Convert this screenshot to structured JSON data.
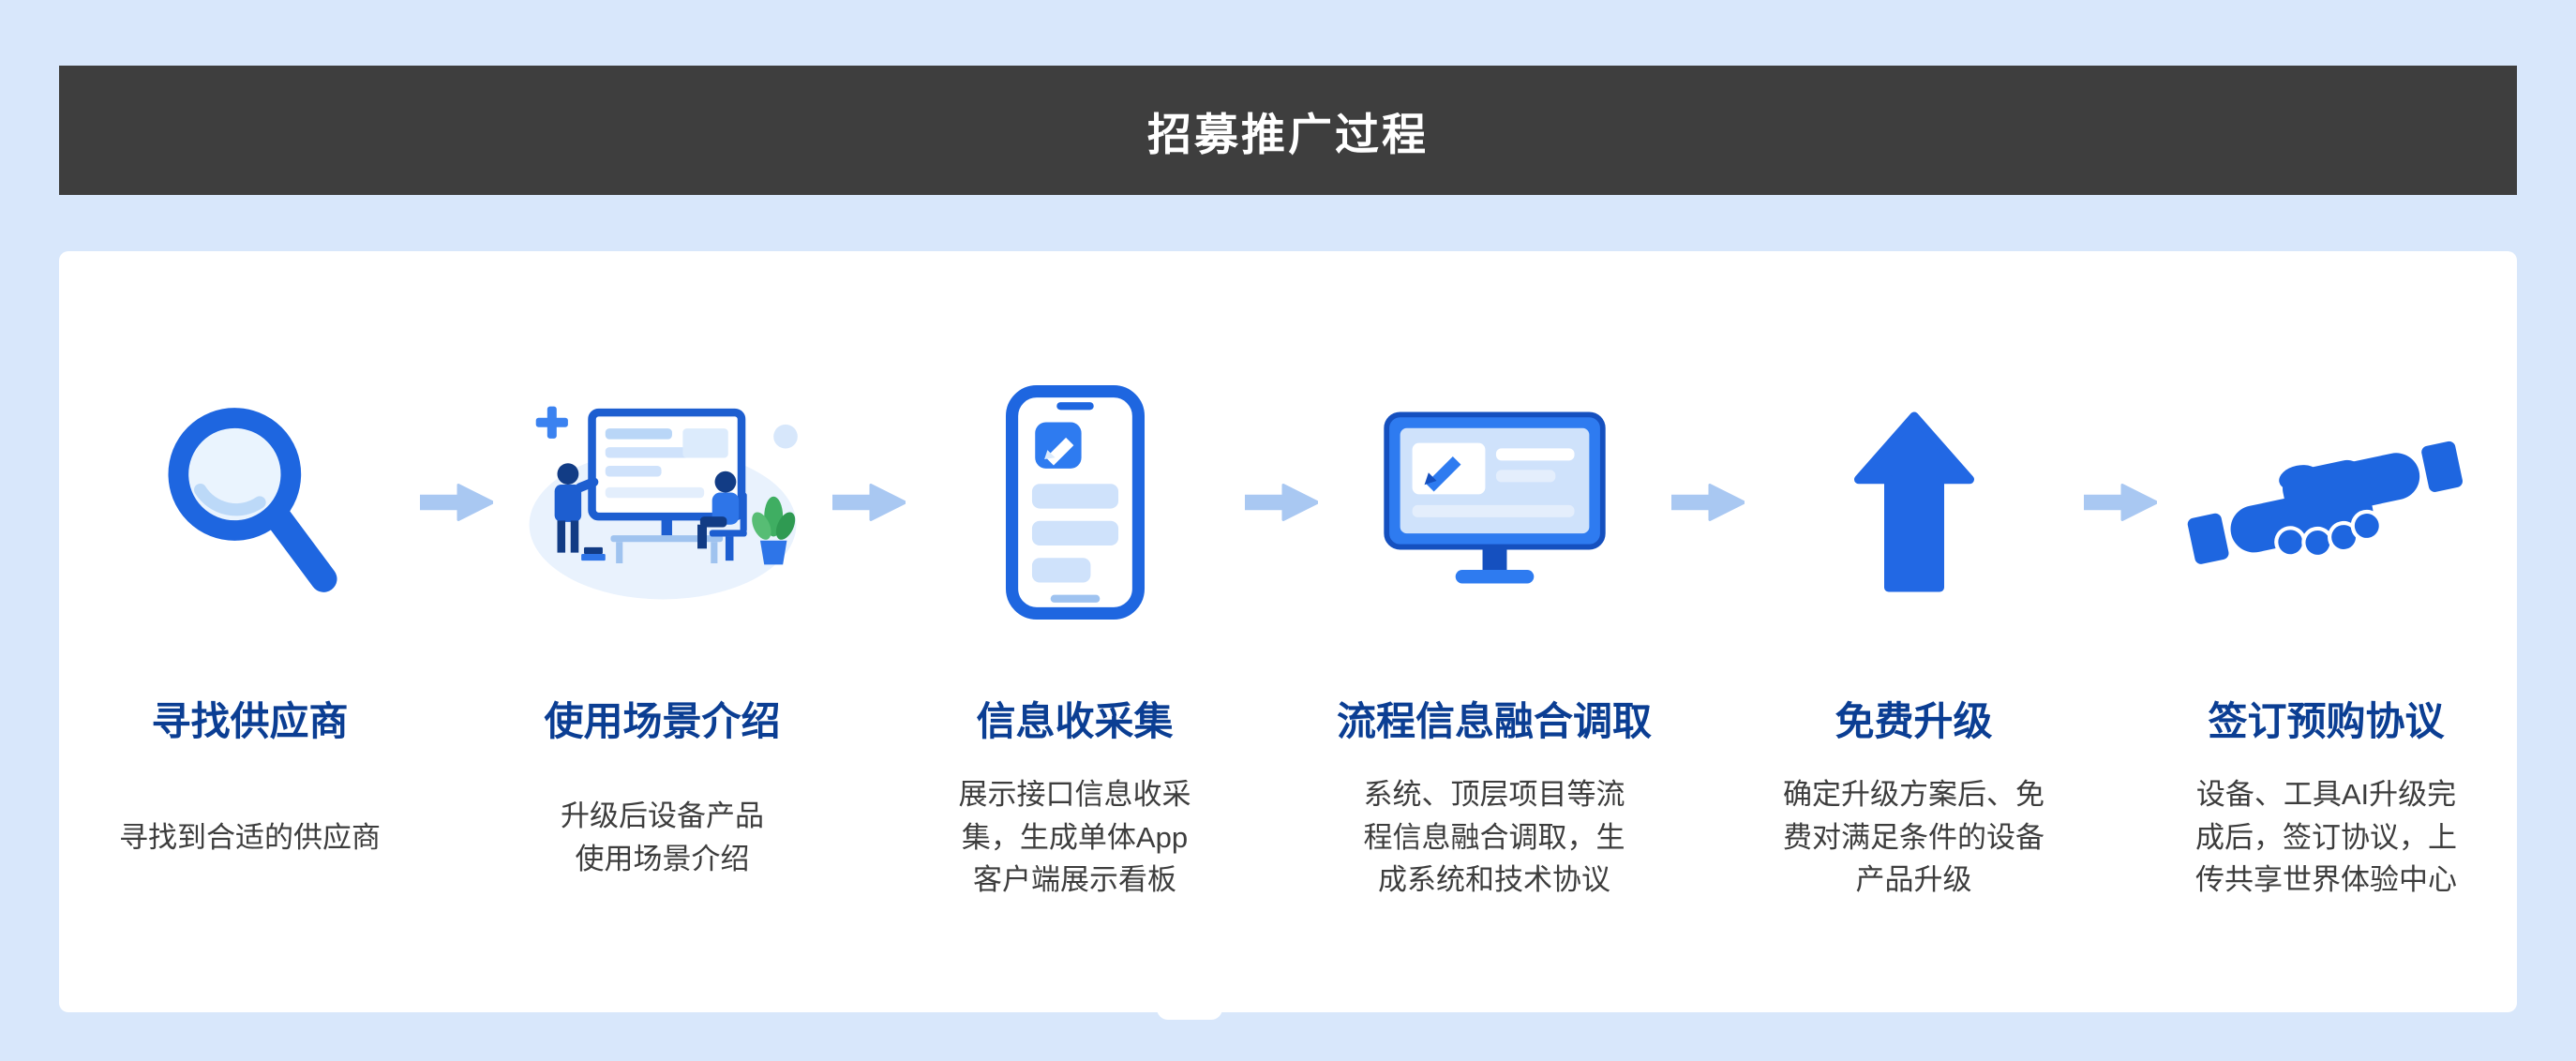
{
  "page": {
    "background_color": "#d8e7fb"
  },
  "header": {
    "title": "招募推广过程",
    "background_color": "#3e3e3e",
    "text_color": "#ffffff"
  },
  "process": {
    "colors": {
      "primary_blue": "#1e66e0",
      "deep_blue": "#1550bf",
      "light_blue_fill": "#cfe2fb",
      "title_navy": "#0b3e93",
      "flow_arrow_blue": "#a9c8f2",
      "description_gray": "#3d3d3d",
      "plant_green": "#3fae62"
    },
    "steps": [
      {
        "icon": "magnifier-icon",
        "title": "寻找供应商",
        "description": "寻找到合适的供应商"
      },
      {
        "icon": "presentation-scene-icon",
        "title": "使用场景介绍",
        "description": "升级后设备产品\n使用场景介绍"
      },
      {
        "icon": "phone-icon",
        "title": "信息收采集",
        "description": "展示接口信息收采\n集，生成单体App\n客户端展示看板"
      },
      {
        "icon": "monitor-icon",
        "title": "流程信息融合调取",
        "description": "系统、顶层项目等流\n程信息融合调取，生\n成系统和技术协议"
      },
      {
        "icon": "upgrade-arrow-icon",
        "title": "免费升级",
        "description": "确定升级方案后、免\n费对满足条件的设备\n产品升级"
      },
      {
        "icon": "handshake-icon",
        "title": "签订预购协议",
        "description": "设备、工具AI升级完\n成后，签订协议，上\n传共享世界体验中心"
      }
    ]
  }
}
